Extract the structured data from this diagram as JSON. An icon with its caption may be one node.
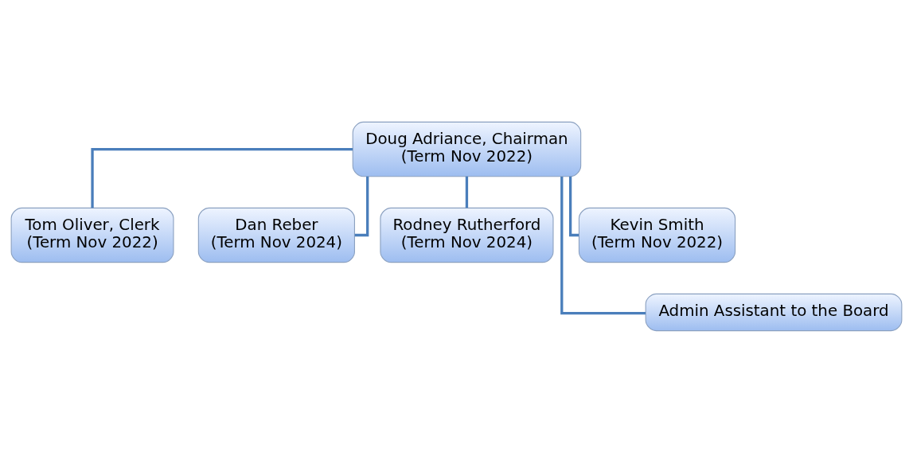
{
  "diagram": {
    "nodes": [
      {
        "text": [
          "Doug Adriance, Chairman",
          "(Term Nov 2022)"
        ]
      },
      {
        "text": [
          "Tom Oliver, Clerk",
          "(Term Nov 2022)"
        ]
      },
      {
        "text": [
          "Dan Reber",
          "(Term Nov 2024)"
        ]
      },
      {
        "text": [
          "Rodney Rutherford",
          "(Term Nov 2024)"
        ]
      },
      {
        "text": [
          "Kevin Smith",
          "(Term Nov 2022)"
        ]
      },
      {
        "text": [
          "Admin Assistant to the Board"
        ]
      }
    ],
    "edges": [
      {
        "from": 0,
        "to": 1,
        "arrow": "none"
      },
      {
        "from": 0,
        "to": 2,
        "arrow": "none"
      },
      {
        "from": 0,
        "to": 5,
        "arrow": "none"
      },
      {
        "from": 0,
        "to": 3,
        "arrow": "none"
      },
      {
        "from": 0,
        "to": 4,
        "arrow": "none"
      }
    ]
  }
}
